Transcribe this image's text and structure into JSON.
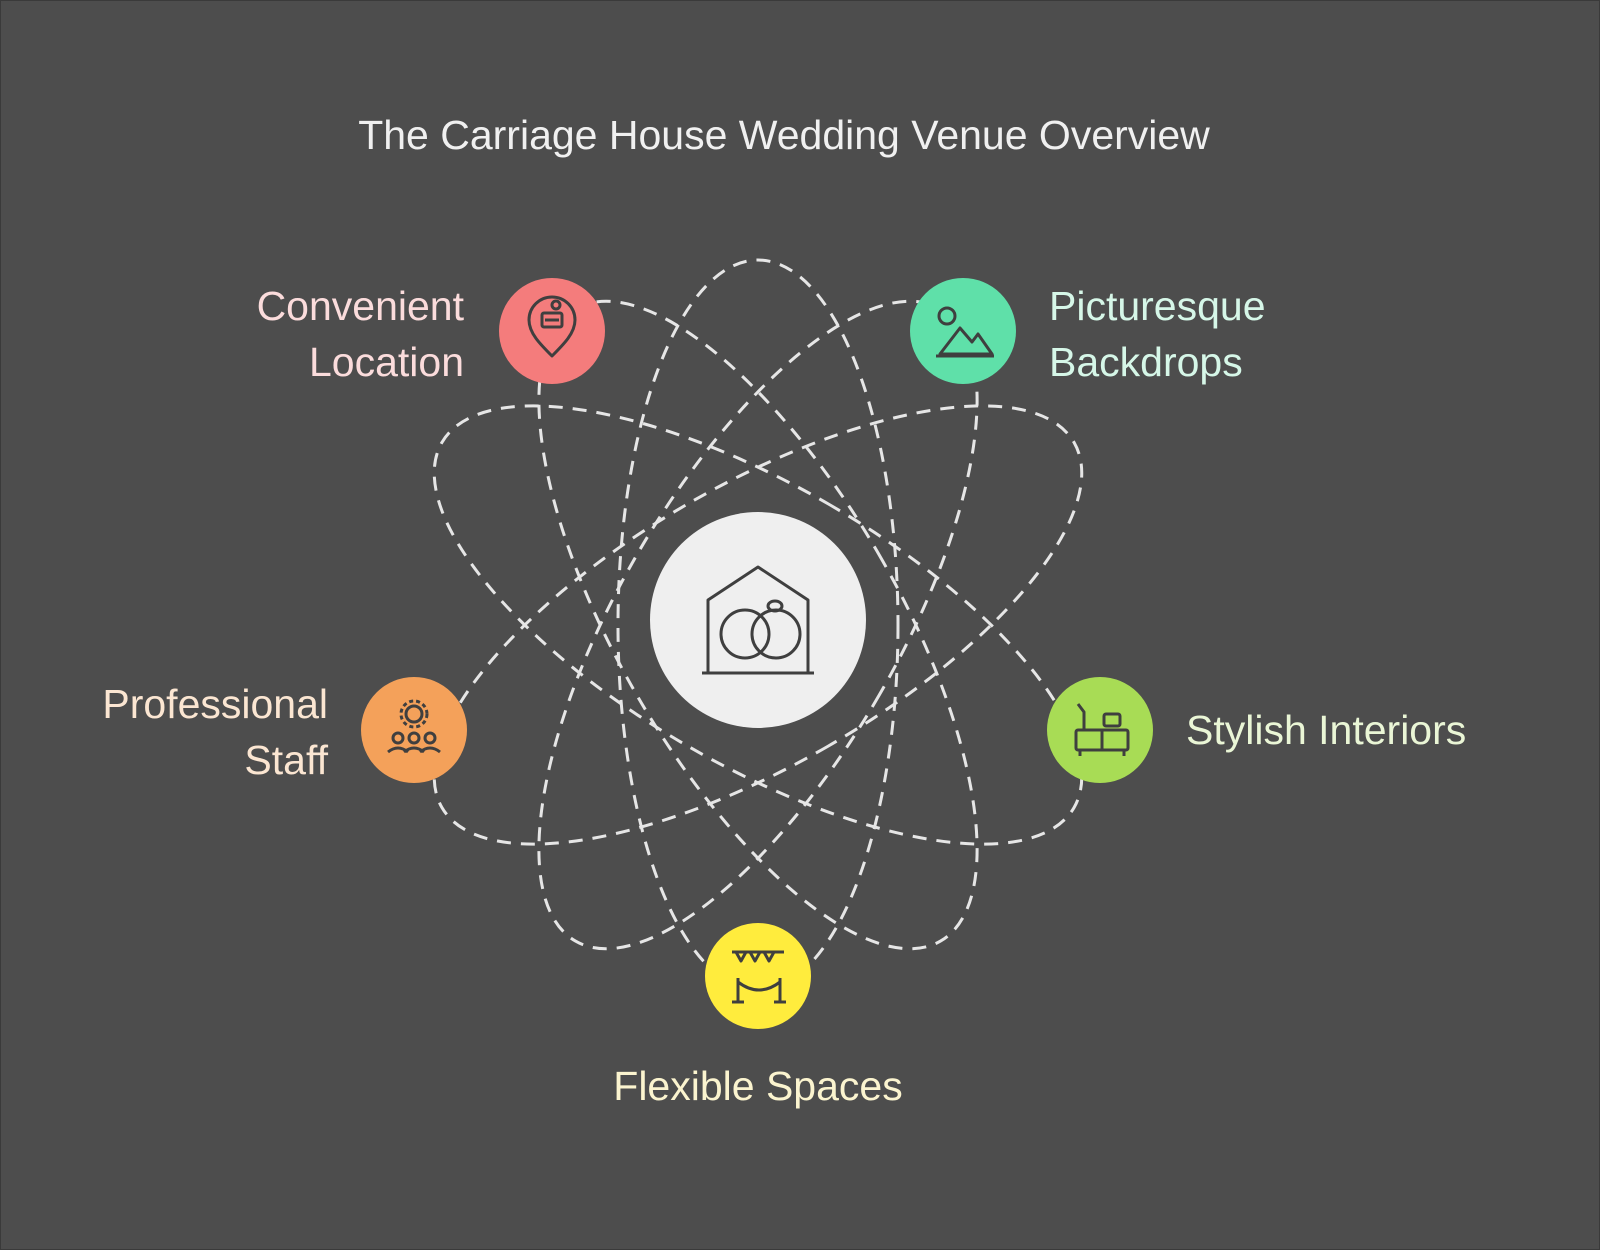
{
  "title": "The Carriage House Wedding Venue Overview",
  "center": {
    "icon": "house-rings-icon"
  },
  "nodes": [
    {
      "id": "convenient-location",
      "lines": [
        "Convenient",
        "Location"
      ],
      "color": "#f47c7c",
      "label_color": "#fbdcdc",
      "icon": "location-pin-car-icon"
    },
    {
      "id": "picturesque-backdrops",
      "lines": [
        "Picturesque",
        "Backdrops"
      ],
      "color": "#5fe0a9",
      "label_color": "#d6f7e8",
      "icon": "landscape-image-icon"
    },
    {
      "id": "professional-staff",
      "lines": [
        "Professional",
        "Staff"
      ],
      "color": "#f4a15a",
      "label_color": "#fbe6d2",
      "icon": "staff-gear-icon"
    },
    {
      "id": "stylish-interiors",
      "lines": [
        "Stylish Interiors"
      ],
      "color": "#a8dc55",
      "label_color": "#eaf6d6",
      "icon": "furniture-lamp-icon"
    },
    {
      "id": "flexible-spaces",
      "lines": [
        "Flexible Spaces"
      ],
      "color": "#ffec3d",
      "label_color": "#fbf4cf",
      "icon": "bunting-stanchions-icon"
    }
  ]
}
